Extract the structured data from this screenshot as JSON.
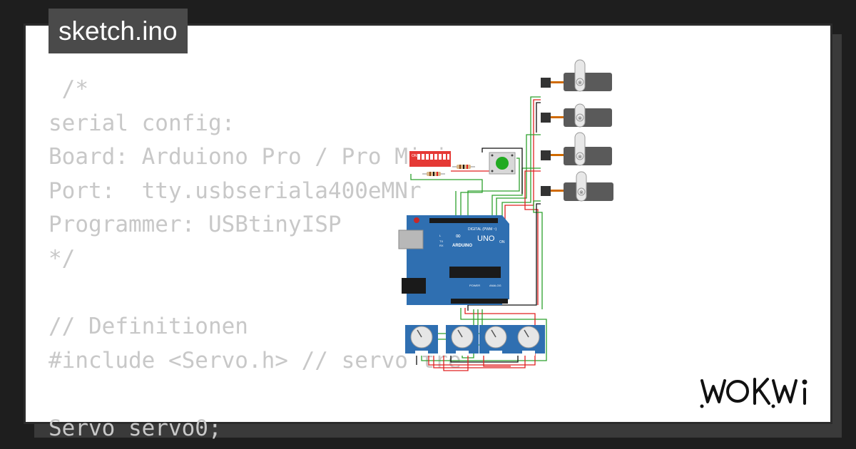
{
  "tab": {
    "title": "sketch.ino"
  },
  "code_lines": [
    " /*",
    "serial config:",
    "Board: Arduiono Pro / Pro Mini",
    "Port:  tty.usbseriala400eMNr",
    "Programmer: USBtinyISP",
    "*/",
    "",
    "// Definitionen",
    "#include <Servo.h> // servo tre",
    "",
    "Servo servo0;"
  ],
  "board": {
    "brand": "ARDUINO",
    "model": "UNO",
    "digital_label": "DIGITAL (PWM ~)",
    "power_label": "POWER",
    "analog_label": "ANALOG",
    "on_label": "ON",
    "tx_label": "TX",
    "rx_label": "RX",
    "l_label": "L"
  },
  "dip_switch": {
    "label": "ON"
  },
  "brand": {
    "logo_text": "WOKWi"
  },
  "colors": {
    "background": "#1e1e1e",
    "card": "#ffffff",
    "tab": "#4a4a4a",
    "code_text": "#c8c8c8",
    "board": "#2f6fb1",
    "wire_green": "#2ca02c",
    "wire_red": "#e02020",
    "wire_black": "#111111",
    "button": "#22aa22",
    "servo_horn": "#e8e8e8"
  }
}
